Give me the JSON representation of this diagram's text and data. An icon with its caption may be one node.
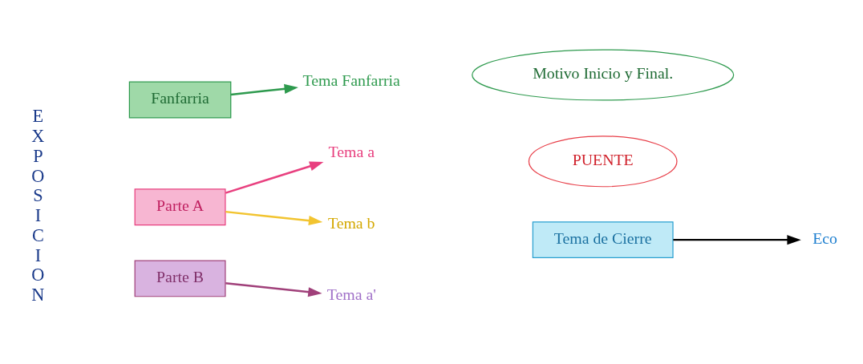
{
  "diagram": {
    "nodes": [
      {
        "text": [
          "Fanfarria"
        ]
      },
      {
        "text": [
          "Tema Fanfarria"
        ]
      },
      {
        "text": [
          "Motivo Inicio y Final."
        ]
      },
      {
        "text": [
          "Parte A"
        ]
      },
      {
        "text": [
          "Tema a"
        ]
      },
      {
        "text": [
          "Tema b"
        ]
      },
      {
        "text": [
          "PUENTE"
        ]
      },
      {
        "text": [
          "Parte B"
        ]
      },
      {
        "text": [
          "Tema a'"
        ]
      },
      {
        "text": [
          "Tema de Cierre"
        ]
      },
      {
        "text": [
          "Eco"
        ]
      }
    ],
    "edges": [
      {
        "from": 0,
        "to": 1,
        "arrow": "to",
        "color": "#2e9a4e"
      },
      {
        "from": 3,
        "to": 4,
        "arrow": "to",
        "color": "#e8407f"
      },
      {
        "from": 3,
        "to": 5,
        "arrow": "to",
        "color": "#f2c430"
      },
      {
        "from": 7,
        "to": 8,
        "arrow": "to",
        "color": "#a0407a"
      },
      {
        "from": 9,
        "to": 10,
        "arrow": "to",
        "color": "#000000"
      }
    ],
    "labels": [
      "E X P O S I C I O N"
    ]
  }
}
